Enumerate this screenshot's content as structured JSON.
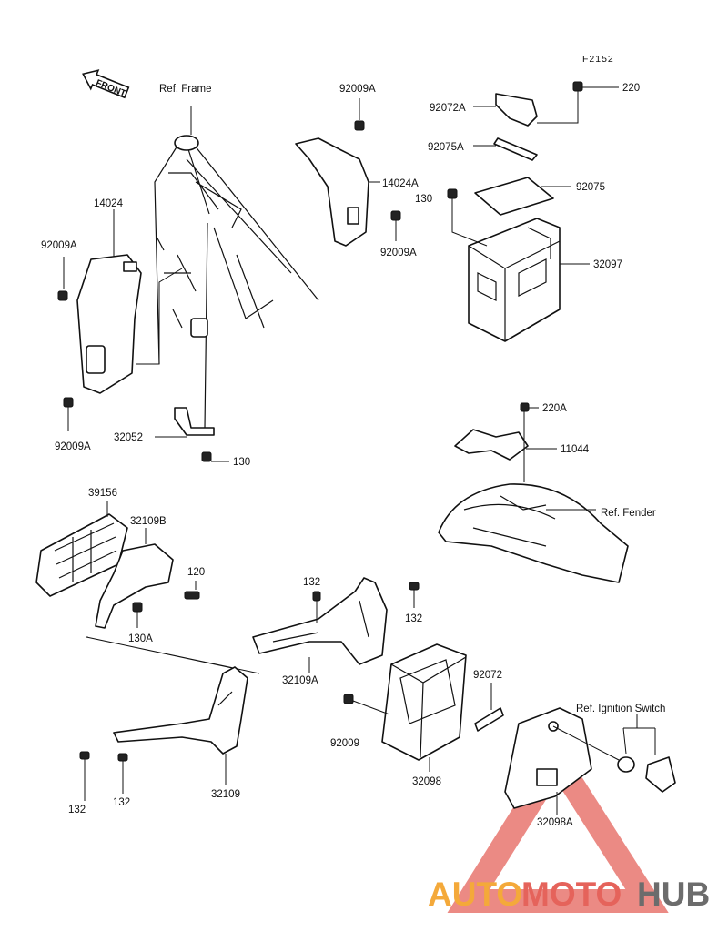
{
  "figure_code": "F2152",
  "front_arrow": "FRONT",
  "reference_labels": {
    "frame": "Ref. Frame",
    "fender": "Ref. Fender",
    "ignition": "Ref. Ignition Switch"
  },
  "part_labels": {
    "p92009A_top": "92009A",
    "p92072A": "92072A",
    "p220": "220",
    "p92075A": "92075A",
    "p92075": "92075",
    "p14024A": "14024A",
    "p130_box": "130",
    "p92009A_right": "92009A",
    "p32097": "32097",
    "p14024": "14024",
    "p92009A_left": "92009A",
    "p92009A_lower": "92009A",
    "p32052": "32052",
    "p130_bracket": "130",
    "p220A": "220A",
    "p11044": "11044",
    "p39156": "39156",
    "p32109B": "32109B",
    "p120": "120",
    "p130A": "130A",
    "p132_top": "132",
    "p132_right": "132",
    "p32109A": "32109A",
    "p92072": "92072",
    "p92009": "92009",
    "p32098": "32098",
    "p32098A": "32098A",
    "p132_a": "132",
    "p132_b": "132",
    "p32109": "32109"
  },
  "watermark": {
    "part1": "AUTO",
    "part2": "MOTO",
    "part3": "HUB",
    "color_orange": "#f4a93a",
    "color_red": "#e5635b",
    "color_gray": "#6c6c6c"
  }
}
